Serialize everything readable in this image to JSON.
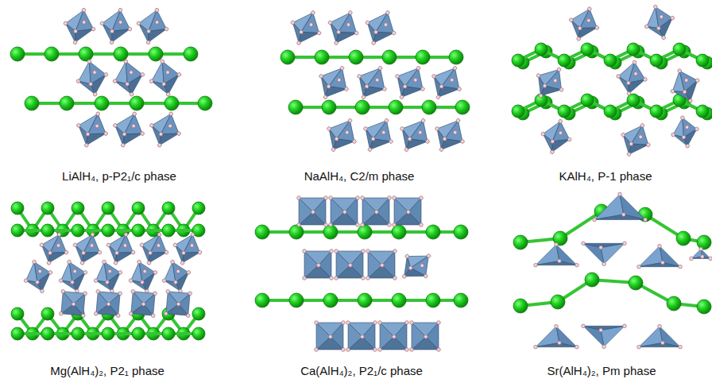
{
  "diagram": {
    "labels": [
      "LiAlH₄, p-P2₁/c phase",
      "NaAlH₄, C2/m phase",
      "KAlH₄, P-1 phase",
      "Mg(AlH₄)₂, P2₁ phase",
      "Ca(AlH₄)₂, P2₁/c phase",
      "Sr(AlH₄)₂, Pm phase"
    ]
  }
}
